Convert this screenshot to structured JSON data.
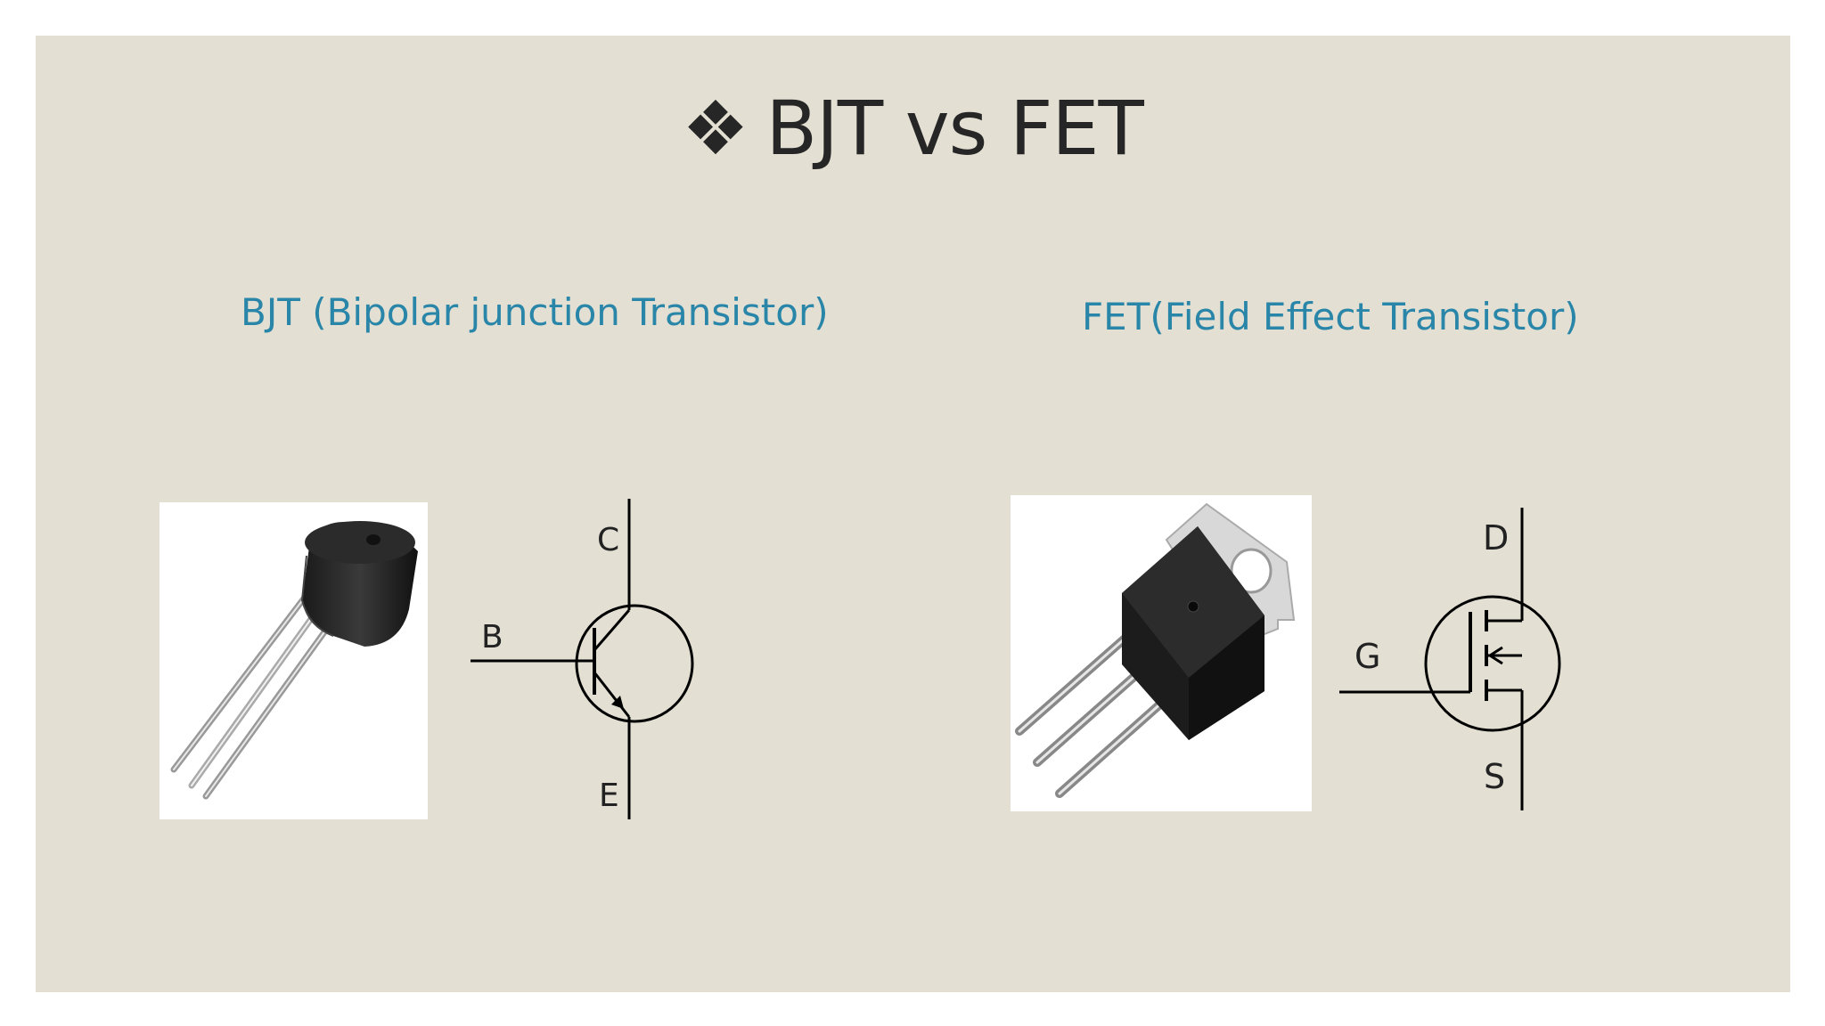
{
  "slide": {
    "title_bullet": "❖",
    "title": "BJT vs FET",
    "bjt_heading": "BJT (Bipolar junction Transistor)",
    "fet_heading": "FET(Field Effect Transistor)",
    "colors": {
      "background": "#e3e0d3",
      "accent": "#2a86a9",
      "text": "#262626"
    }
  },
  "bjt_symbol": {
    "collector": "C",
    "base": "B",
    "emitter": "E"
  },
  "fet_symbol": {
    "drain": "D",
    "gate": "G",
    "source": "S"
  }
}
